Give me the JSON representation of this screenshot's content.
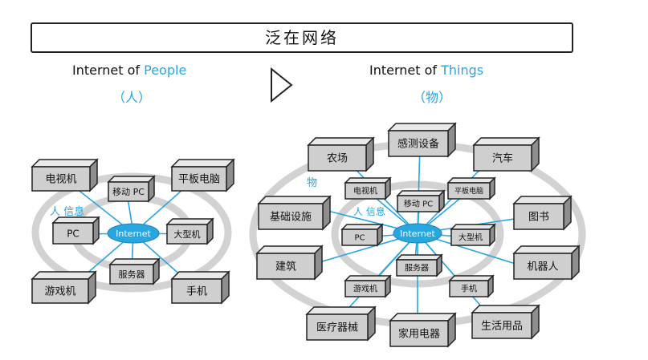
{
  "title": "泛在网络",
  "left": {
    "heading_prefix": "Internet of ",
    "heading_highlight": "People",
    "subtitle": "（人）",
    "hub": "Internet",
    "flow_label": "人 信息",
    "inner_nodes": [
      "移动 PC",
      "大型机",
      "服务器",
      "PC"
    ],
    "outer_nodes": [
      "电视机",
      "平板电脑",
      "手机",
      "游戏机"
    ]
  },
  "right": {
    "heading_prefix": "Internet of ",
    "heading_highlight": "Things",
    "subtitle": "（物）",
    "hub": "Internet",
    "flow_label_people": "人 信息",
    "flow_label_things": "物",
    "inner_nodes": [
      "电视机",
      "移动 PC",
      "平板电脑",
      "PC",
      "大型机",
      "服务器",
      "游戏机",
      "手机"
    ],
    "outer_nodes": [
      "农场",
      "感测设备",
      "汽车",
      "基础设施",
      "图书",
      "建筑",
      "机器人",
      "医疗器械",
      "家用电器",
      "生活用品"
    ]
  },
  "colors": {
    "accent": "#29a6e0",
    "box_front": "#cfcfcf",
    "box_side": "#8e8e8e",
    "ring": "#d2d2d2"
  }
}
